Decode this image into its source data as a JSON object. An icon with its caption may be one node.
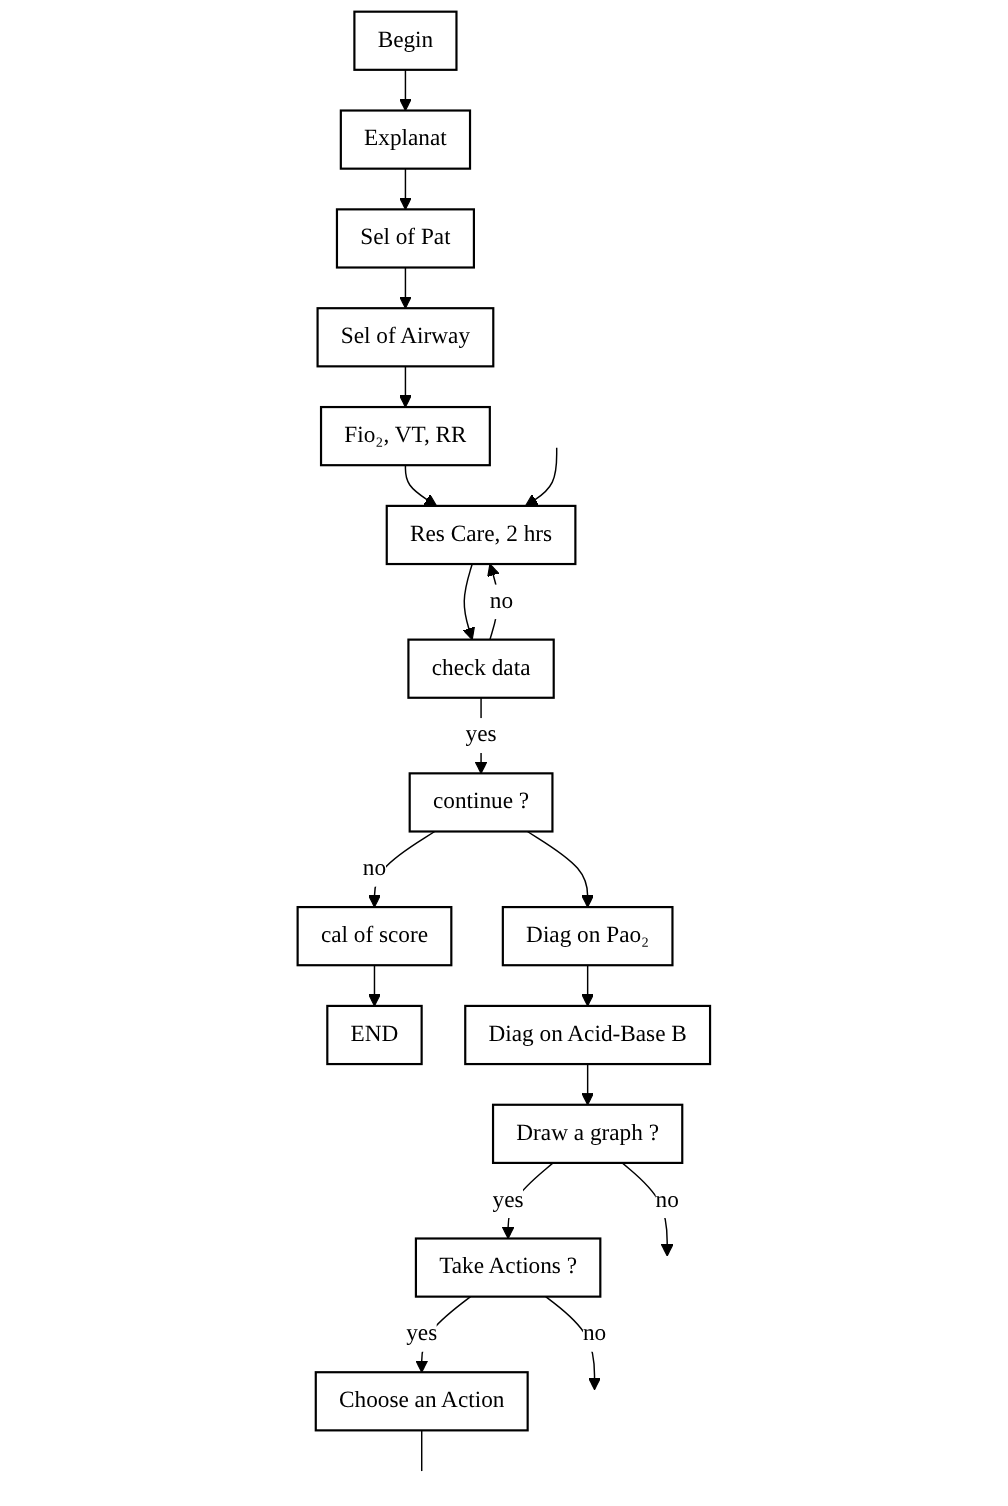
{
  "diagram": {
    "nodes": [
      {
        "text": [
          "Begin"
        ]
      },
      {
        "text": [
          "Explanat"
        ]
      },
      {
        "text": [
          "Sel of Pat"
        ]
      },
      {
        "text": [
          "Sel of Airway"
        ]
      },
      {
        "text": [
          "Fio₂, VT, RR"
        ]
      },
      {
        "text": [
          "Res Care, 2 hrs"
        ]
      },
      {
        "text": [
          "check data"
        ]
      },
      {
        "text": [
          "continue ?"
        ]
      },
      {
        "text": [
          "cal of score"
        ]
      },
      {
        "text": [
          "END"
        ]
      },
      {
        "text": [
          "Diag on Pao₂"
        ]
      },
      {
        "text": [
          "Diag on Acid-Base B"
        ]
      },
      {
        "text": [
          "Draw a graph ?"
        ]
      },
      {
        "text": [
          "Take Actions ?"
        ]
      },
      {
        "text": [
          "Choose an Action"
        ]
      }
    ],
    "edges": [
      {
        "from": 0,
        "to": 1,
        "arrow": "to"
      },
      {
        "from": 1,
        "to": 2,
        "arrow": "to"
      },
      {
        "from": 2,
        "to": 3,
        "arrow": "to"
      },
      {
        "from": 3,
        "to": 4,
        "arrow": "to"
      },
      {
        "from": 4,
        "to": 5,
        "arrow": "to"
      },
      {
        "from": 5,
        "to": 6,
        "arrow": "to"
      },
      {
        "from": 6,
        "to": 5,
        "label": "no",
        "arrow": "to"
      },
      {
        "from": null,
        "to": 5,
        "arrow": "to"
      },
      {
        "from": 6,
        "to": 7,
        "label": "yes",
        "arrow": "to"
      },
      {
        "from": 7,
        "to": 8,
        "label": "no",
        "arrow": "to"
      },
      {
        "from": 8,
        "to": 9,
        "arrow": "to"
      },
      {
        "from": 7,
        "to": 10,
        "arrow": "to"
      },
      {
        "from": 10,
        "to": 11,
        "arrow": "to"
      },
      {
        "from": 11,
        "to": 12,
        "arrow": "to"
      },
      {
        "from": 12,
        "to": null,
        "label": "no",
        "arrow": "to"
      },
      {
        "from": 12,
        "to": 13,
        "label": "yes",
        "arrow": "to"
      },
      {
        "from": 13,
        "to": null,
        "label": "no",
        "arrow": "to"
      },
      {
        "from": 13,
        "to": 14,
        "label": "yes",
        "arrow": "to"
      },
      {
        "from": 14,
        "to": null,
        "arrow": "none"
      }
    ]
  }
}
